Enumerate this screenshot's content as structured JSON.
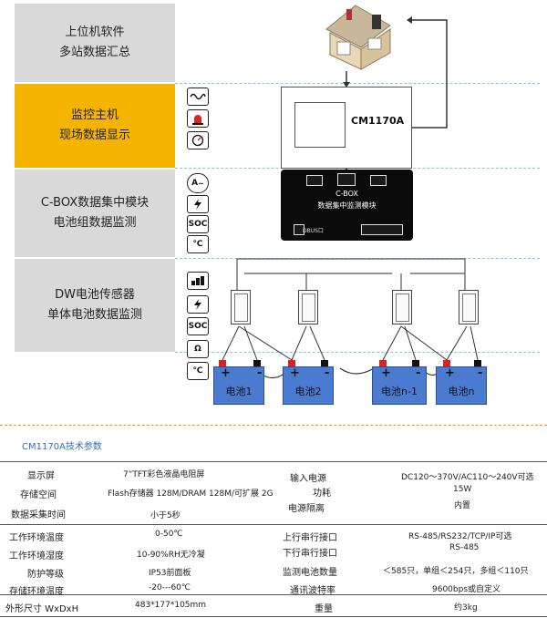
{
  "tiers": [
    {
      "line1": "上位机软件",
      "line2": "多站数据汇总"
    },
    {
      "line1": "监控主机",
      "line2": "现场数据显示"
    },
    {
      "line1": "C-BOX数据集中模块",
      "line2": "电池组数据监测"
    },
    {
      "line1": "DW电池传感器",
      "line2": "单体电池数据监测"
    }
  ],
  "icons": {
    "soc": "SOC",
    "celsius": "℃",
    "ohm": "Ω",
    "ammeter": "A"
  },
  "cm1170a": {
    "label": "CM1170A"
  },
  "cbox": {
    "line1": "C-BOX",
    "line2": "数据集中监测模块",
    "port_label": "DBUS口"
  },
  "batteries": [
    "电池1",
    "电池2",
    "电池n-1",
    "电池n"
  ],
  "terminal_plus": "+",
  "terminal_minus": "-",
  "specs": {
    "title": "CM1170A技术参数",
    "left": [
      {
        "label": "显示屏",
        "value": "7”TFT彩色液晶电阻屏"
      },
      {
        "label": "存储空间",
        "value": "Flash存储器 128M/DRAM 128M/可扩展 2G"
      },
      {
        "label": "数据采集时间",
        "value": "小于5秒"
      },
      {
        "label": "工作环境温度",
        "value": "0-50℃"
      },
      {
        "label": "工作环境湿度",
        "value": "10-90%RH无冷凝"
      },
      {
        "label": "防护等级",
        "value": "IP53前面板"
      },
      {
        "label": "存储环境温度",
        "value": "-20---60℃"
      },
      {
        "label": "外形尺寸 WxDxH",
        "value": "483*177*105mm"
      }
    ],
    "right": [
      {
        "label": "输入电源",
        "value": "DC120～370V/AC110～240V可选"
      },
      {
        "label": "功耗",
        "value": "15W"
      },
      {
        "label": "电源隔离",
        "value": "内置"
      },
      {
        "label": "上行串行接口",
        "value": "RS-485/RS232/TCP/IP可选"
      },
      {
        "label": "下行串行接口",
        "value": "RS-485"
      },
      {
        "label": "监测电池数量",
        "value": "＜585只，单组＜254只，多组＜110只"
      },
      {
        "label": "通讯波特率",
        "value": "9600bps或自定义"
      },
      {
        "label": "重量",
        "value": "约3kg"
      }
    ]
  },
  "colors": {
    "gold": "#f5b400",
    "gray": "#d9d9d9",
    "battery": "#4a7bd0",
    "dash": "#7fc8e6",
    "title": "#3a6fb0"
  }
}
